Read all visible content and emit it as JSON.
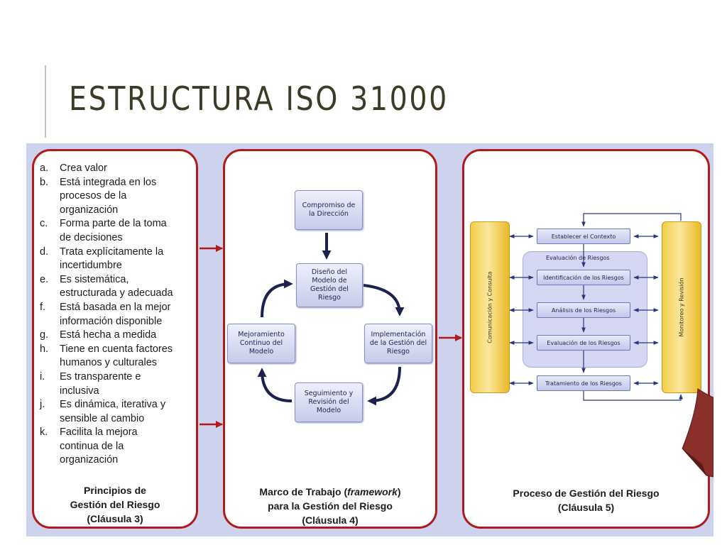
{
  "slide": {
    "title": "ESTRUCTURA ISO 31000"
  },
  "principles": {
    "items": [
      {
        "marker": "a.",
        "lines": [
          "Crea valor"
        ]
      },
      {
        "marker": "b.",
        "lines": [
          "Está integrada en los",
          "procesos de la",
          "organización"
        ]
      },
      {
        "marker": "c.",
        "lines": [
          "Forma parte de la toma",
          "de decisiones"
        ]
      },
      {
        "marker": "d.",
        "lines": [
          "Trata explícitamente la",
          "incertidumbre"
        ]
      },
      {
        "marker": "e.",
        "lines": [
          "Es sistemática,",
          "estructurada y adecuada"
        ]
      },
      {
        "marker": "f.",
        "lines": [
          "Está basada en la mejor",
          "información disponible"
        ]
      },
      {
        "marker": "g.",
        "lines": [
          "Está hecha a medida"
        ]
      },
      {
        "marker": "h.",
        "lines": [
          "Tiene en cuenta factores",
          "humanos y culturales"
        ]
      },
      {
        "marker": "i.",
        "lines": [
          "Es transparente e",
          "inclusiva"
        ]
      },
      {
        "marker": "j.",
        "lines": [
          "Es dinámica, iterativa y",
          "sensible al cambio"
        ]
      },
      {
        "marker": "k.",
        "lines": [
          "Facilita la mejora",
          "continua de la",
          "organización"
        ]
      }
    ],
    "caption": {
      "line1": "Principios de",
      "line2": "Gestión del Riesgo",
      "line3": "(Cláusula 3)"
    }
  },
  "framework": {
    "boxes": {
      "compromiso": [
        "Compromiso de",
        "la Dirección"
      ],
      "diseno": [
        "Diseño del",
        "Modelo de",
        "Gestión del",
        "Riesgo"
      ],
      "implementacion": [
        "Implementación",
        "de la Gestión del",
        "Riesgo"
      ],
      "seguimiento": [
        "Seguimiento y",
        "Revisión del",
        "Modelo"
      ],
      "mejoramiento": [
        "Mejoramiento",
        "Continuo del",
        "Modelo"
      ]
    },
    "caption": {
      "line1_prefix": "Marco de Trabajo (",
      "line1_italic": "framework",
      "line1_suffix": ")",
      "line2": "para la Gestión del Riesgo",
      "line3": "(Cláusula 4)"
    }
  },
  "process": {
    "left_bar": "Comunicación  y  Consulta",
    "right_bar": "Monitoreo  y  Revisión",
    "contexto": "Establecer el Contexto",
    "evaluacion_group": "Evaluación   de Riesgos",
    "identificacion": "Identificación de los Riesgos",
    "analisis": "Análisis de los Riesgos",
    "evaluacion": "Evaluación de los Riesgos",
    "tratamiento": "Tratamiento de los Riesgos",
    "caption": {
      "line1": "Proceso de Gestión del Riesgo",
      "line2": "(Cláusula 5)"
    }
  },
  "colors": {
    "panel_border": "#b01a1a",
    "figure_background": "#cdd3ec",
    "cycle_arrow": "#1c2150",
    "bar_yellow": "#f2cd4a",
    "title_text": "#3d3a25"
  }
}
